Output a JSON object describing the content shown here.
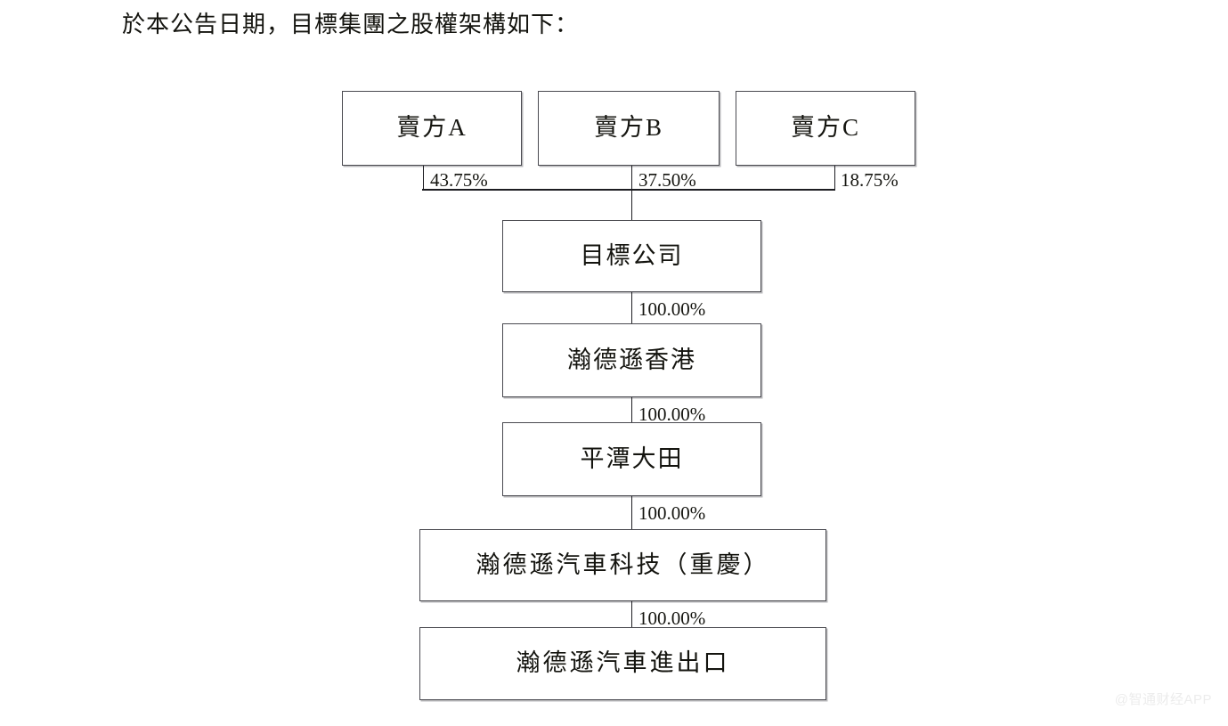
{
  "document": {
    "heading": "於本公告日期，目標集團之股權架構如下："
  },
  "chart_data": {
    "type": "diagram",
    "title": "目標集團之股權架構",
    "nodes": [
      {
        "id": "seller-a",
        "label": "賣方A",
        "level": 0
      },
      {
        "id": "seller-b",
        "label": "賣方B",
        "level": 0
      },
      {
        "id": "seller-c",
        "label": "賣方C",
        "level": 0
      },
      {
        "id": "target-company",
        "label": "目標公司",
        "level": 1
      },
      {
        "id": "hk-entity",
        "label": "瀚德遜香港",
        "level": 2
      },
      {
        "id": "pingtan-entity",
        "label": "平潭大田",
        "level": 3
      },
      {
        "id": "chongqing-entity",
        "label": "瀚德遜汽車科技（重慶）",
        "level": 4
      },
      {
        "id": "import-export-entity",
        "label": "瀚德遜汽車進出口",
        "level": 5
      }
    ],
    "edges": [
      {
        "from": "seller-a",
        "to": "target-company",
        "label": "43.75%"
      },
      {
        "from": "seller-b",
        "to": "target-company",
        "label": "37.50%"
      },
      {
        "from": "seller-c",
        "to": "target-company",
        "label": "18.75%"
      },
      {
        "from": "target-company",
        "to": "hk-entity",
        "label": "100.00%"
      },
      {
        "from": "hk-entity",
        "to": "pingtan-entity",
        "label": "100.00%"
      },
      {
        "from": "pingtan-entity",
        "to": "chongqing-entity",
        "label": "100.00%"
      },
      {
        "from": "chongqing-entity",
        "to": "import-export-entity",
        "label": "100.00%"
      }
    ]
  },
  "nodes": {
    "seller_a": "賣方A",
    "seller_b": "賣方B",
    "seller_c": "賣方C",
    "target_company": "目標公司",
    "hk_entity": "瀚德遜香港",
    "pingtan_entity": "平潭大田",
    "chongqing_entity": "瀚德遜汽車科技（重慶）",
    "import_export_entity": "瀚德遜汽車進出口"
  },
  "percentages": {
    "seller_a": "43.75%",
    "seller_b": "37.50%",
    "seller_c": "18.75%",
    "target_to_hk": "100.00%",
    "hk_to_pingtan": "100.00%",
    "pingtan_to_chongqing": "100.00%",
    "chongqing_to_import_export": "100.00%"
  },
  "watermark": {
    "text": "@智通财经APP"
  },
  "colors": {
    "page_background": "#ffffff",
    "box_border": "#4a4a50",
    "connector": "#1d1d22",
    "text": "#14140f",
    "watermark": "#ececec"
  }
}
